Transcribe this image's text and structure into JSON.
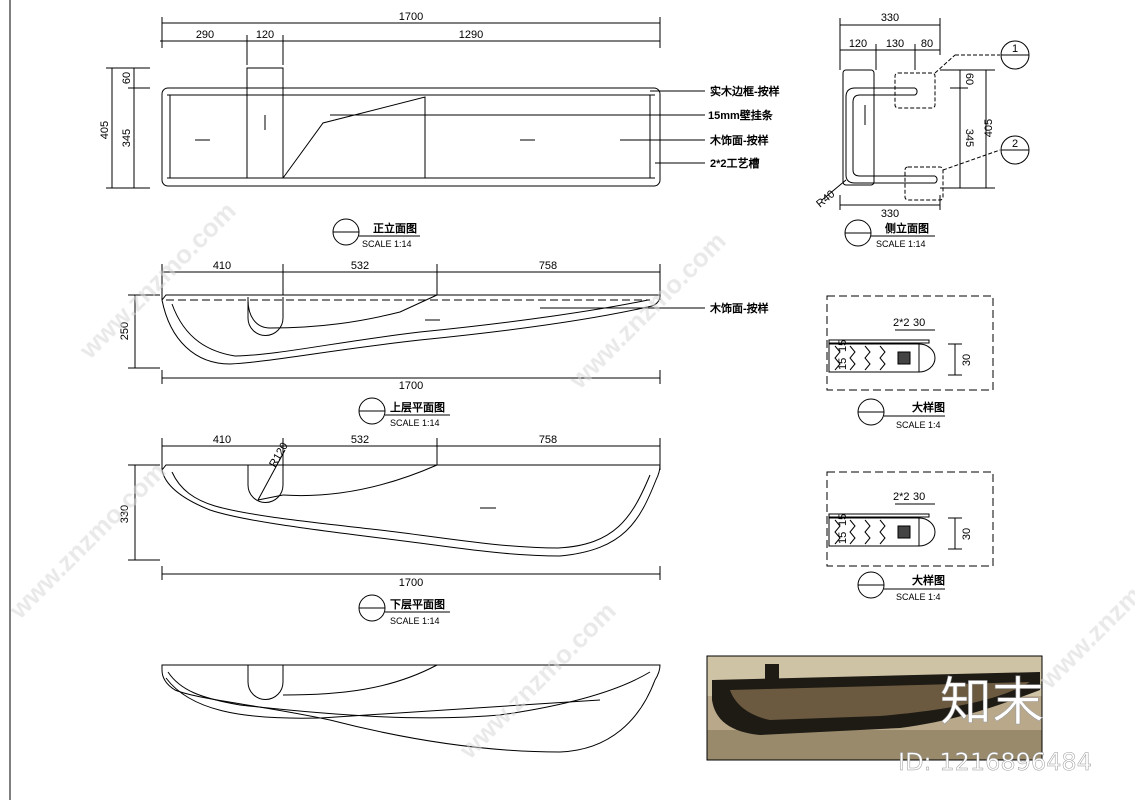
{
  "front": {
    "dims_top": [
      "1700",
      "290",
      "120",
      "1290"
    ],
    "dims_left": [
      "405",
      "60",
      "345"
    ],
    "callouts": [
      "实木边框-按样",
      "15mm壁挂条",
      "木饰面-按样",
      "2*2工艺槽"
    ],
    "title": "正立面图",
    "scale": "SCALE 1:14"
  },
  "side": {
    "dims_top": [
      "330",
      "120",
      "130",
      "80"
    ],
    "dims_right": [
      "60",
      "345",
      "405"
    ],
    "dim_bottom": "330",
    "radius": "R40",
    "markers": [
      "1",
      "2"
    ],
    "title": "侧立面图",
    "scale": "SCALE 1:14"
  },
  "upper": {
    "dims_top": [
      "410",
      "532",
      "758"
    ],
    "dim_left": "250",
    "dim_bottom": "1700",
    "callout": "木饰面-按样",
    "title": "上层平面图",
    "scale": "SCALE 1:14"
  },
  "lower": {
    "dims_top": [
      "410",
      "532",
      "758"
    ],
    "dim_left": "330",
    "dim_bottom": "1700",
    "radius": "R120",
    "title": "下层平面图",
    "scale": "SCALE 1:14"
  },
  "detail1": {
    "dims": [
      "2*2",
      "30",
      "15",
      "15",
      "30"
    ],
    "title": "大样图",
    "scale": "SCALE 1:4"
  },
  "detail2": {
    "dims": [
      "2*2",
      "30",
      "15",
      "15",
      "30"
    ],
    "title": "大样图",
    "scale": "SCALE 1:4"
  },
  "watermark": {
    "text": "www.znzmo.com",
    "logo": "知末",
    "id_text": "ID: 1216896484"
  }
}
